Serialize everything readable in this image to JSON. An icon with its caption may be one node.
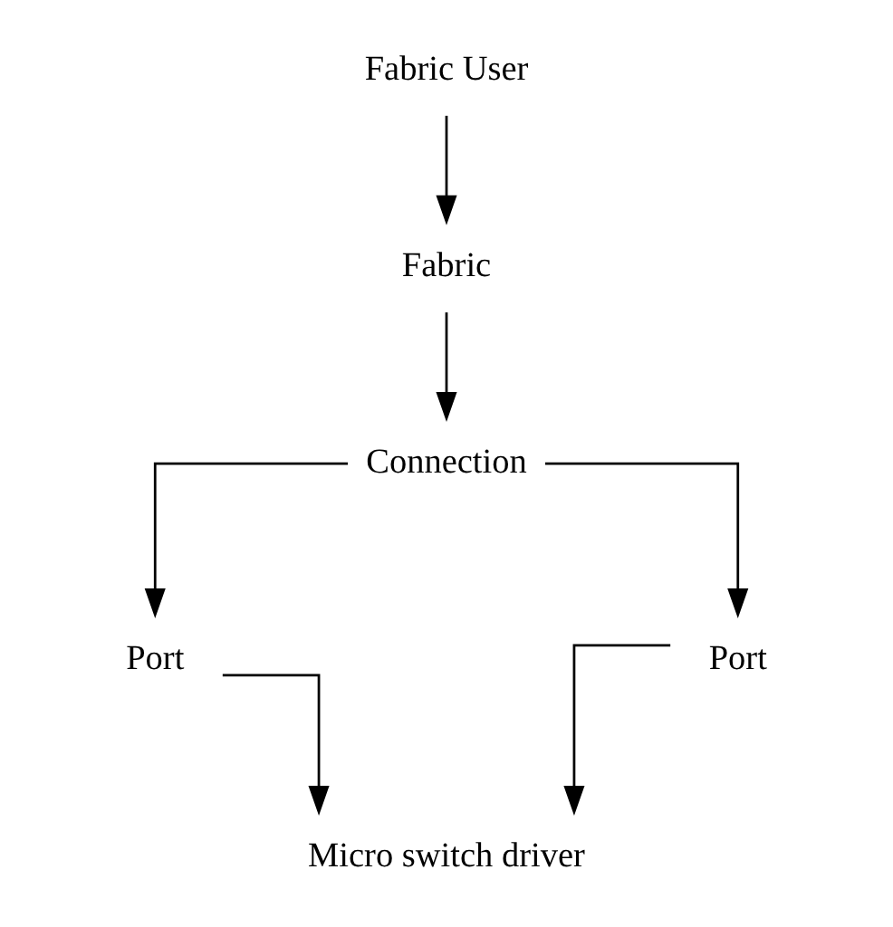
{
  "diagram": {
    "nodes": [
      {
        "text": [
          "Fabric User"
        ]
      },
      {
        "text": [
          "Fabric"
        ]
      },
      {
        "text": [
          "Connection"
        ]
      },
      {
        "text": [
          "Port"
        ]
      },
      {
        "text": [
          "Port"
        ]
      },
      {
        "text": [
          "Micro switch driver"
        ]
      }
    ],
    "edges": [
      {
        "from": 0,
        "to": 1,
        "arrow": "to"
      },
      {
        "from": 1,
        "to": 2,
        "arrow": "to"
      },
      {
        "from": 2,
        "to": 3,
        "arrow": "to"
      },
      {
        "from": 2,
        "to": 4,
        "arrow": "to"
      },
      {
        "from": 3,
        "to": 5,
        "arrow": "to"
      },
      {
        "from": 4,
        "to": 5,
        "arrow": "to"
      }
    ]
  }
}
